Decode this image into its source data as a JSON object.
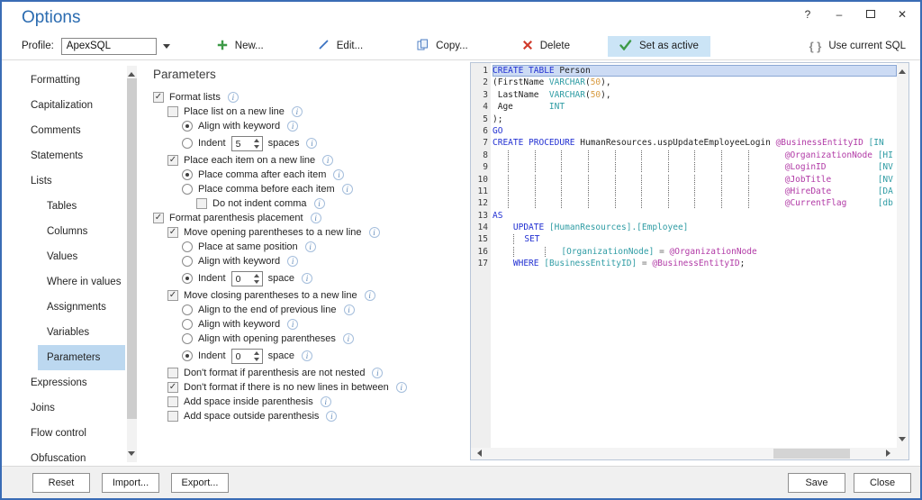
{
  "window": {
    "title": "Options",
    "help": "?",
    "minimize": "–",
    "close": "✕"
  },
  "toolbar": {
    "profile_label": "Profile:",
    "profile_value": "ApexSQL",
    "buttons": [
      {
        "id": "new",
        "label": "New...",
        "icon": "plus-icon"
      },
      {
        "id": "edit",
        "label": "Edit...",
        "icon": "pencil-icon"
      },
      {
        "id": "copy",
        "label": "Copy...",
        "icon": "copy-icon"
      },
      {
        "id": "delete",
        "label": "Delete",
        "icon": "delete-x-icon"
      },
      {
        "id": "set-active",
        "label": "Set as active",
        "icon": "check-icon",
        "active": true
      }
    ],
    "use_current_sql": {
      "icon": "{ }",
      "label": "Use current SQL"
    }
  },
  "sidebar": {
    "items": [
      {
        "label": "Formatting",
        "level": 0,
        "selected": false
      },
      {
        "label": "Capitalization",
        "level": 0,
        "selected": false
      },
      {
        "label": "Comments",
        "level": 0,
        "selected": false
      },
      {
        "label": "Statements",
        "level": 0,
        "selected": false
      },
      {
        "label": "Lists",
        "level": 0,
        "selected": false
      },
      {
        "label": "Tables",
        "level": 1,
        "selected": false
      },
      {
        "label": "Columns",
        "level": 1,
        "selected": false
      },
      {
        "label": "Values",
        "level": 1,
        "selected": false
      },
      {
        "label": "Where in values",
        "level": 1,
        "selected": false
      },
      {
        "label": "Assignments",
        "level": 1,
        "selected": false
      },
      {
        "label": "Variables",
        "level": 1,
        "selected": false
      },
      {
        "label": "Parameters",
        "level": 1,
        "selected": true
      },
      {
        "label": "Expressions",
        "level": 0,
        "selected": false
      },
      {
        "label": "Joins",
        "level": 0,
        "selected": false
      },
      {
        "label": "Flow control",
        "level": 0,
        "selected": false
      },
      {
        "label": "Obfuscation",
        "level": 0,
        "selected": false
      }
    ]
  },
  "panel": {
    "title": "Parameters",
    "options": [
      {
        "type": "checkbox",
        "level": 0,
        "label": "Format lists",
        "checked": true,
        "info": true
      },
      {
        "type": "checkbox",
        "level": 1,
        "label": "Place list on a new line",
        "checked": false,
        "info": true
      },
      {
        "type": "radio",
        "level": 2,
        "label": "Align with keyword",
        "checked": true,
        "info": true
      },
      {
        "type": "radio",
        "level": 2,
        "label": "Indent",
        "checked": false,
        "spinner": "5",
        "suffix": "spaces",
        "info": true
      },
      {
        "type": "checkbox",
        "level": 1,
        "label": "Place each item on a new line",
        "checked": true,
        "info": true
      },
      {
        "type": "radio",
        "level": 2,
        "label": "Place comma after each item",
        "checked": true,
        "info": true
      },
      {
        "type": "radio",
        "level": 2,
        "label": "Place comma before each item",
        "checked": false,
        "info": true
      },
      {
        "type": "checkbox",
        "level": 3,
        "label": "Do not indent comma",
        "checked": false,
        "info": true
      },
      {
        "type": "checkbox",
        "level": 0,
        "label": "Format parenthesis placement",
        "checked": true,
        "info": true
      },
      {
        "type": "checkbox",
        "level": 1,
        "label": "Move opening parentheses to a new line",
        "checked": true,
        "info": true
      },
      {
        "type": "radio",
        "level": 2,
        "label": "Place at same position",
        "checked": false,
        "info": true
      },
      {
        "type": "radio",
        "level": 2,
        "label": "Align with keyword",
        "checked": false,
        "info": true
      },
      {
        "type": "radio",
        "level": 2,
        "label": "Indent",
        "checked": true,
        "spinner": "0",
        "suffix": "space",
        "info": true
      },
      {
        "type": "checkbox",
        "level": 1,
        "label": "Move closing parentheses to a new line",
        "checked": true,
        "info": true
      },
      {
        "type": "radio",
        "level": 2,
        "label": "Align to the end of previous line",
        "checked": false,
        "info": true
      },
      {
        "type": "radio",
        "level": 2,
        "label": "Align with keyword",
        "checked": false,
        "info": true
      },
      {
        "type": "radio",
        "level": 2,
        "label": "Align with opening parentheses",
        "checked": false,
        "info": true
      },
      {
        "type": "radio",
        "level": 2,
        "label": "Indent",
        "checked": true,
        "spinner": "0",
        "suffix": "space",
        "info": true
      },
      {
        "type": "checkbox",
        "level": 1,
        "label": "Don't format if parenthesis are not nested",
        "checked": false,
        "info": true
      },
      {
        "type": "checkbox",
        "level": 1,
        "label": "Don't format if there is no new lines in between",
        "checked": true,
        "info": true
      },
      {
        "type": "checkbox",
        "level": 1,
        "label": "Add space inside parenthesis",
        "checked": false,
        "info": true
      },
      {
        "type": "checkbox",
        "level": 1,
        "label": "Add space outside parenthesis",
        "checked": false,
        "info": true
      }
    ]
  },
  "code": {
    "lines": [
      {
        "num": "1",
        "sel": true,
        "seg": [
          [
            "k",
            "CREATE TABLE"
          ],
          [
            "p",
            " Person"
          ]
        ]
      },
      {
        "num": "2",
        "sel": false,
        "seg": [
          [
            "p",
            "(FirstName "
          ],
          [
            "t",
            "VARCHAR"
          ],
          [
            "p",
            "("
          ],
          [
            "n",
            "50"
          ],
          [
            "p",
            "),"
          ]
        ]
      },
      {
        "num": "3",
        "sel": false,
        "seg": [
          [
            "p",
            " LastName  "
          ],
          [
            "t",
            "VARCHAR"
          ],
          [
            "p",
            "("
          ],
          [
            "n",
            "50"
          ],
          [
            "p",
            "),"
          ]
        ]
      },
      {
        "num": "4",
        "sel": false,
        "seg": [
          [
            "p",
            " Age       "
          ],
          [
            "t",
            "INT"
          ]
        ]
      },
      {
        "num": "5",
        "sel": false,
        "seg": [
          [
            "p",
            ");"
          ]
        ]
      },
      {
        "num": "6",
        "sel": false,
        "seg": [
          [
            "k",
            "GO"
          ]
        ]
      },
      {
        "num": "7",
        "sel": false,
        "seg": [
          [
            "k",
            "CREATE PROCEDURE"
          ],
          [
            "p",
            " HumanResources.uspUpdateEmployeeLogin "
          ],
          [
            "v",
            "@BusinessEntityID"
          ],
          [
            "p",
            " "
          ],
          [
            "t",
            "[IN"
          ]
        ]
      },
      {
        "num": "8",
        "sel": false,
        "seg": [
          [
            "p",
            "   "
          ],
          [
            "g",
            "     "
          ],
          [
            "g",
            "     "
          ],
          [
            "g",
            "     "
          ],
          [
            "g",
            "     "
          ],
          [
            "g",
            "     "
          ],
          [
            "g",
            "     "
          ],
          [
            "g",
            "     "
          ],
          [
            "g",
            "     "
          ],
          [
            "g",
            "     "
          ],
          [
            "g",
            "     "
          ],
          [
            "p",
            "  "
          ],
          [
            "v",
            "@OrganizationNode"
          ],
          [
            "p",
            " "
          ],
          [
            "t",
            "[HI"
          ]
        ]
      },
      {
        "num": "9",
        "sel": false,
        "seg": [
          [
            "p",
            "   "
          ],
          [
            "g",
            "     "
          ],
          [
            "g",
            "     "
          ],
          [
            "g",
            "     "
          ],
          [
            "g",
            "     "
          ],
          [
            "g",
            "     "
          ],
          [
            "g",
            "     "
          ],
          [
            "g",
            "     "
          ],
          [
            "g",
            "     "
          ],
          [
            "g",
            "     "
          ],
          [
            "g",
            "     "
          ],
          [
            "p",
            "  "
          ],
          [
            "v",
            "@LoginID"
          ],
          [
            "p",
            "          "
          ],
          [
            "t",
            "[NV"
          ]
        ]
      },
      {
        "num": "10",
        "sel": false,
        "seg": [
          [
            "p",
            "   "
          ],
          [
            "g",
            "     "
          ],
          [
            "g",
            "     "
          ],
          [
            "g",
            "     "
          ],
          [
            "g",
            "     "
          ],
          [
            "g",
            "     "
          ],
          [
            "g",
            "     "
          ],
          [
            "g",
            "     "
          ],
          [
            "g",
            "     "
          ],
          [
            "g",
            "     "
          ],
          [
            "g",
            "     "
          ],
          [
            "p",
            "  "
          ],
          [
            "v",
            "@JobTitle"
          ],
          [
            "p",
            "         "
          ],
          [
            "t",
            "[NV"
          ]
        ]
      },
      {
        "num": "11",
        "sel": false,
        "seg": [
          [
            "p",
            "   "
          ],
          [
            "g",
            "     "
          ],
          [
            "g",
            "     "
          ],
          [
            "g",
            "     "
          ],
          [
            "g",
            "     "
          ],
          [
            "g",
            "     "
          ],
          [
            "g",
            "     "
          ],
          [
            "g",
            "     "
          ],
          [
            "g",
            "     "
          ],
          [
            "g",
            "     "
          ],
          [
            "g",
            "     "
          ],
          [
            "p",
            "  "
          ],
          [
            "v",
            "@HireDate"
          ],
          [
            "p",
            "         "
          ],
          [
            "t",
            "[DA"
          ]
        ]
      },
      {
        "num": "12",
        "sel": false,
        "seg": [
          [
            "p",
            "   "
          ],
          [
            "g",
            "     "
          ],
          [
            "g",
            "     "
          ],
          [
            "g",
            "     "
          ],
          [
            "g",
            "     "
          ],
          [
            "g",
            "     "
          ],
          [
            "g",
            "     "
          ],
          [
            "g",
            "     "
          ],
          [
            "g",
            "     "
          ],
          [
            "g",
            "     "
          ],
          [
            "g",
            "     "
          ],
          [
            "p",
            "  "
          ],
          [
            "v",
            "@CurrentFlag"
          ],
          [
            "p",
            "      "
          ],
          [
            "t",
            "[db"
          ]
        ]
      },
      {
        "num": "13",
        "sel": false,
        "seg": [
          [
            "k",
            "AS"
          ]
        ]
      },
      {
        "num": "14",
        "sel": false,
        "seg": [
          [
            "p",
            "    "
          ],
          [
            "k",
            "UPDATE"
          ],
          [
            "p",
            " "
          ],
          [
            "t",
            "[HumanResources].[Employee]"
          ]
        ]
      },
      {
        "num": "15",
        "sel": false,
        "seg": [
          [
            "p",
            "    "
          ],
          [
            "g",
            "  "
          ],
          [
            "k",
            "SET"
          ]
        ]
      },
      {
        "num": "16",
        "sel": false,
        "seg": [
          [
            "p",
            "    "
          ],
          [
            "g",
            "      "
          ],
          [
            "g",
            "   "
          ],
          [
            "t",
            "[OrganizationNode]"
          ],
          [
            "o",
            " = "
          ],
          [
            "v",
            "@OrganizationNode"
          ]
        ]
      },
      {
        "num": "17",
        "sel": false,
        "seg": [
          [
            "p",
            "    "
          ],
          [
            "k",
            "WHERE"
          ],
          [
            "p",
            " "
          ],
          [
            "t",
            "[BusinessEntityID]"
          ],
          [
            "o",
            " = "
          ],
          [
            "v",
            "@BusinessEntityID"
          ],
          [
            "p",
            ";"
          ]
        ]
      }
    ]
  },
  "footer": {
    "left": [
      "Reset",
      "Import...",
      "Export..."
    ],
    "right": [
      "Save",
      "Close"
    ]
  },
  "colors": {
    "accent_title": "#2a6bb0",
    "dialog_border": "#3a6cb5",
    "sidebar_selection": "#bcd8f0",
    "active_button_bg": "#cbe4f6",
    "code_keyword": "#2230d2",
    "code_identifier": "#1f1f1f",
    "code_type": "#2f9ca4",
    "code_variable": "#b13aa6",
    "code_number": "#d89b41",
    "code_selected_line_bg": "#ccdbf4"
  }
}
